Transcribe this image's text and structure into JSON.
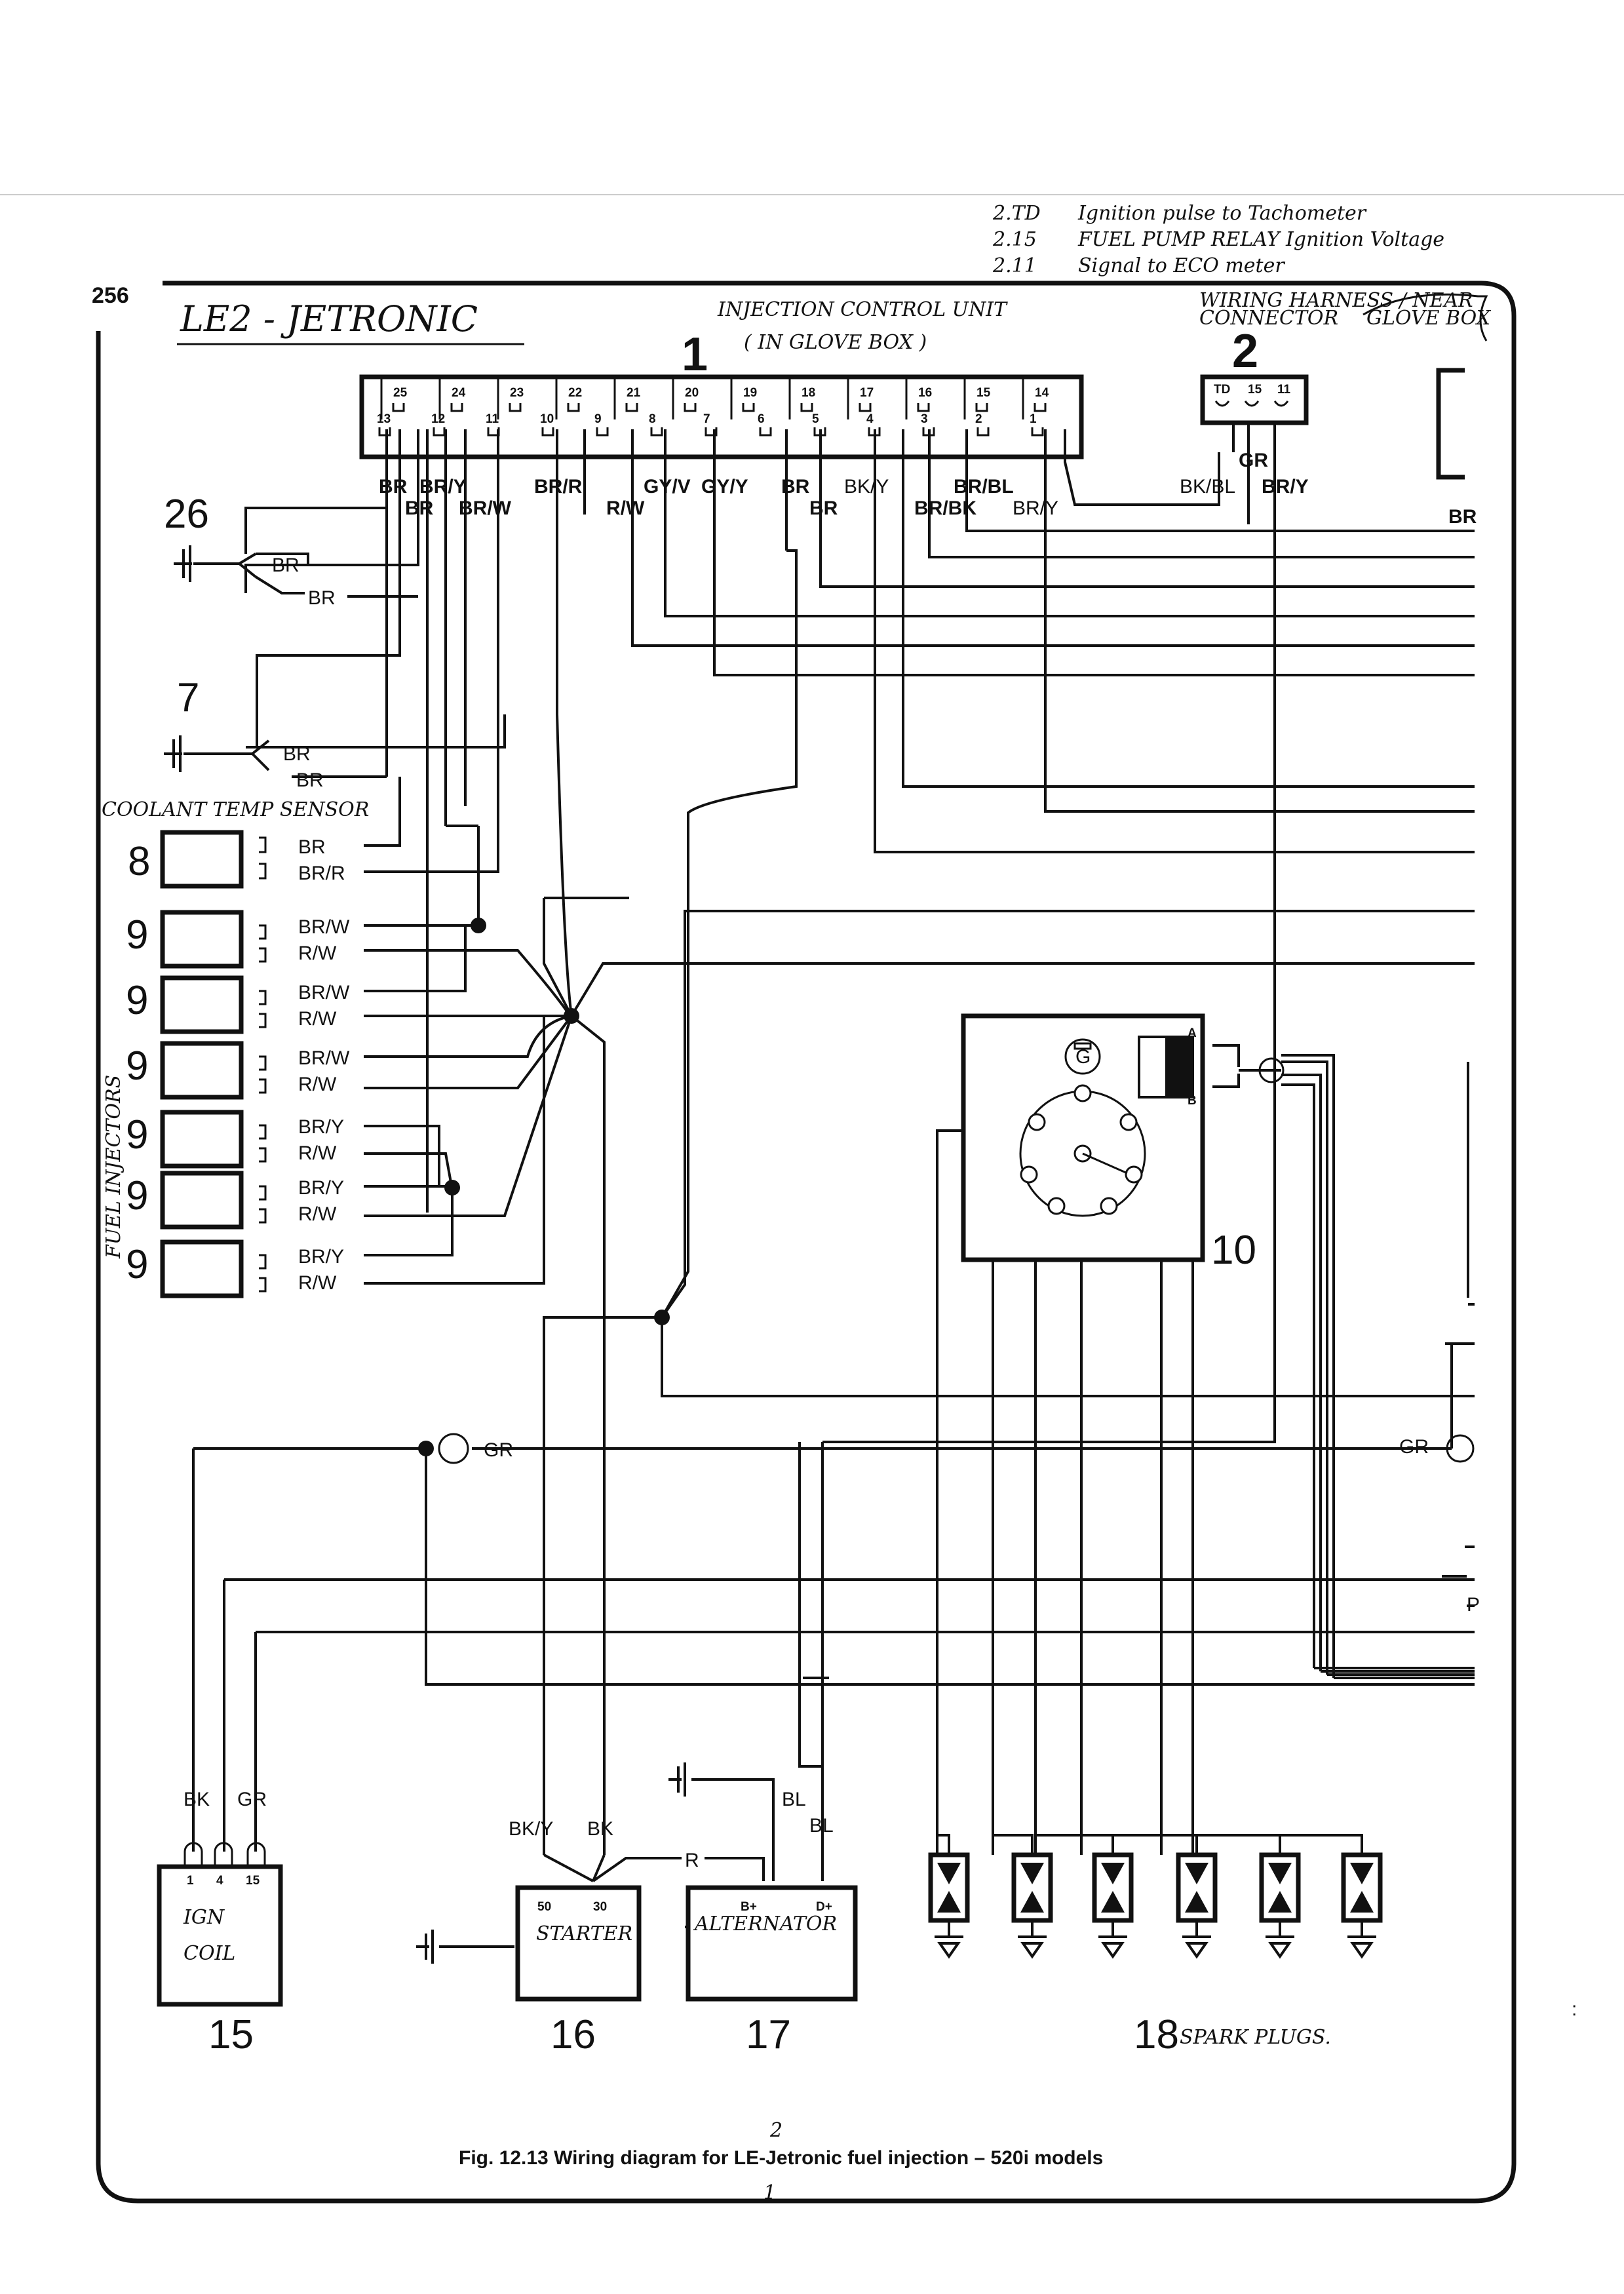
{
  "page_number": "256",
  "title": "LE2 - JETRONIC",
  "notes": [
    {
      "code": "2.TD",
      "text": "Ignition pulse to Tachometer"
    },
    {
      "code": "2.15",
      "text": "FUEL PUMP RELAY Ignition Voltage"
    },
    {
      "code": "2.11",
      "text": "Signal to ECO meter"
    }
  ],
  "ecu": {
    "number": "1",
    "note1": "INJECTION CONTROL UNIT",
    "note2": "( IN GLOVE BOX )",
    "top_pins": [
      "25",
      "24",
      "23",
      "22",
      "21",
      "20",
      "19",
      "18",
      "17",
      "16",
      "15",
      "14"
    ],
    "bottom_pins": [
      "13",
      "12",
      "11",
      "10",
      "9",
      "8",
      "7",
      "6",
      "5",
      "4",
      "3",
      "2",
      "1"
    ]
  },
  "connector2": {
    "number": "2",
    "note1": "WIRING HARNESS / NEAR",
    "note2": "CONNECTOR",
    "note3": "GLOVE BOX",
    "pins": [
      "TD",
      "15",
      "11"
    ]
  },
  "wire_labels": {
    "br": "BR",
    "bry": "BR/Y",
    "brr": "BR/R",
    "gyv": "GY/V",
    "gyy": "GY/Y",
    "br2": "BR",
    "bky": "BK/Y",
    "brbl": "BR/BL",
    "br3": "BR",
    "brw": "BR/W",
    "rw": "R/W",
    "br4": "BR",
    "brbk": "BR/BK",
    "bry2": "BR/Y",
    "gr": "GR",
    "bkbl": "BK/BL",
    "bry3": "BR/Y",
    "br_right": "BR"
  },
  "components": [
    {
      "number": "26",
      "wires": [
        "BR",
        "BR"
      ]
    },
    {
      "number": "7",
      "wires": [
        "BR",
        "BR"
      ]
    },
    {
      "number": "8",
      "note": "COOLANT TEMP SENSOR",
      "wires": [
        "BR",
        "BR/R"
      ]
    }
  ],
  "injectors": {
    "note": "FUEL INJECTORS",
    "items": [
      {
        "number": "9",
        "wires": [
          "BR/W",
          "R/W"
        ]
      },
      {
        "number": "9",
        "wires": [
          "BR/W",
          "R/W"
        ]
      },
      {
        "number": "9",
        "wires": [
          "BR/W",
          "R/W"
        ]
      },
      {
        "number": "9",
        "wires": [
          "BR/Y",
          "R/W"
        ]
      },
      {
        "number": "9",
        "wires": [
          "BR/Y",
          "R/W"
        ]
      },
      {
        "number": "9",
        "wires": [
          "BR/Y",
          "R/W"
        ]
      }
    ]
  },
  "distributor": {
    "number": "10",
    "g": "G",
    "a": "A",
    "b": "B"
  },
  "gr_labels": [
    "GR",
    "GR"
  ],
  "right_p": "P",
  "ign_coil": {
    "number": "15",
    "note1": "IGN",
    "note2": "COIL",
    "pins": [
      "1",
      "4",
      "15"
    ],
    "wires": [
      "BK",
      "GR"
    ]
  },
  "starter": {
    "number": "16",
    "note": "STARTER",
    "pins": [
      "50",
      "30"
    ],
    "wires": [
      "BK/Y",
      "BK"
    ]
  },
  "alternator": {
    "number": "17",
    "note": "ALTERNATOR",
    "pins": [
      "B+",
      "D+"
    ],
    "wires": [
      "BL",
      "BL",
      "R"
    ]
  },
  "plugs": {
    "number": "18",
    "note": "SPARK PLUGS."
  },
  "caption": "Fig. 12.13 Wiring diagram for LE-Jetronic fuel injection – 520i models",
  "footer_marks": [
    "2",
    "1"
  ]
}
